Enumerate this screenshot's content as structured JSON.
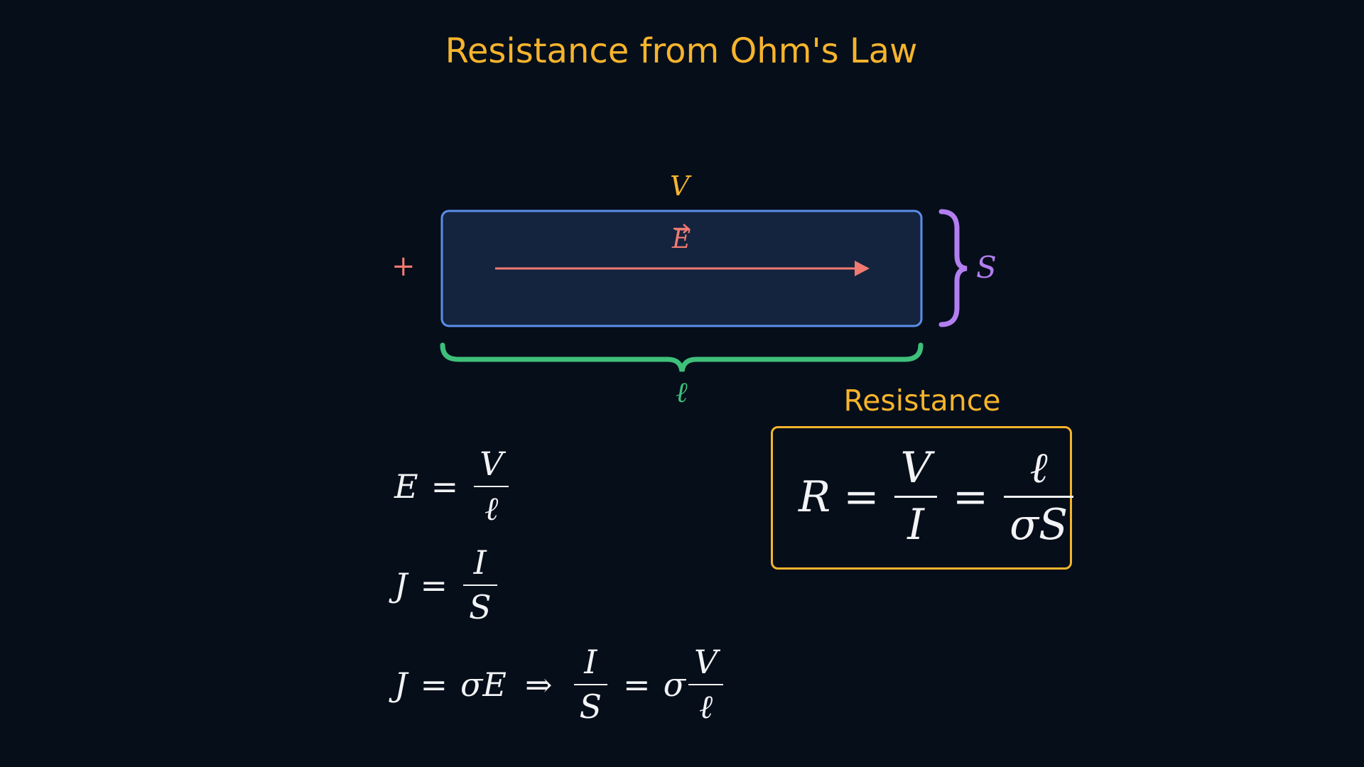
{
  "title": "Resistance from Ohm's Law",
  "diagram": {
    "voltage_label": "V",
    "field_label": "E",
    "plus_sign": "+",
    "area_label": "S",
    "length_label": "ℓ",
    "colors": {
      "title": "#f6b42c",
      "conductor_border": "#5b8fea",
      "conductor_fill": "#14243f",
      "field_arrow": "#f07a70",
      "length_brace": "#3ec07a",
      "area_brace": "#b27ef0",
      "result_border": "#f6b42c",
      "equation_text": "#f2f3f5"
    }
  },
  "equations": {
    "e_field": {
      "lhs": "E",
      "op": "=",
      "num": "V",
      "den": "ℓ"
    },
    "current_density": {
      "lhs": "J",
      "op": "=",
      "num": "I",
      "den": "S"
    },
    "ohm_local": {
      "lhs": "J",
      "op1": "=",
      "mid": "σE",
      "implies": "⇒",
      "num1": "I",
      "den1": "S",
      "op2": "=",
      "sigma": "σ",
      "num2": "V",
      "den2": "ℓ"
    }
  },
  "result": {
    "label": "Resistance",
    "lhs": "R",
    "op1": "=",
    "num1": "V",
    "den1": "I",
    "op2": "=",
    "num2": "ℓ",
    "den2": "σS"
  }
}
